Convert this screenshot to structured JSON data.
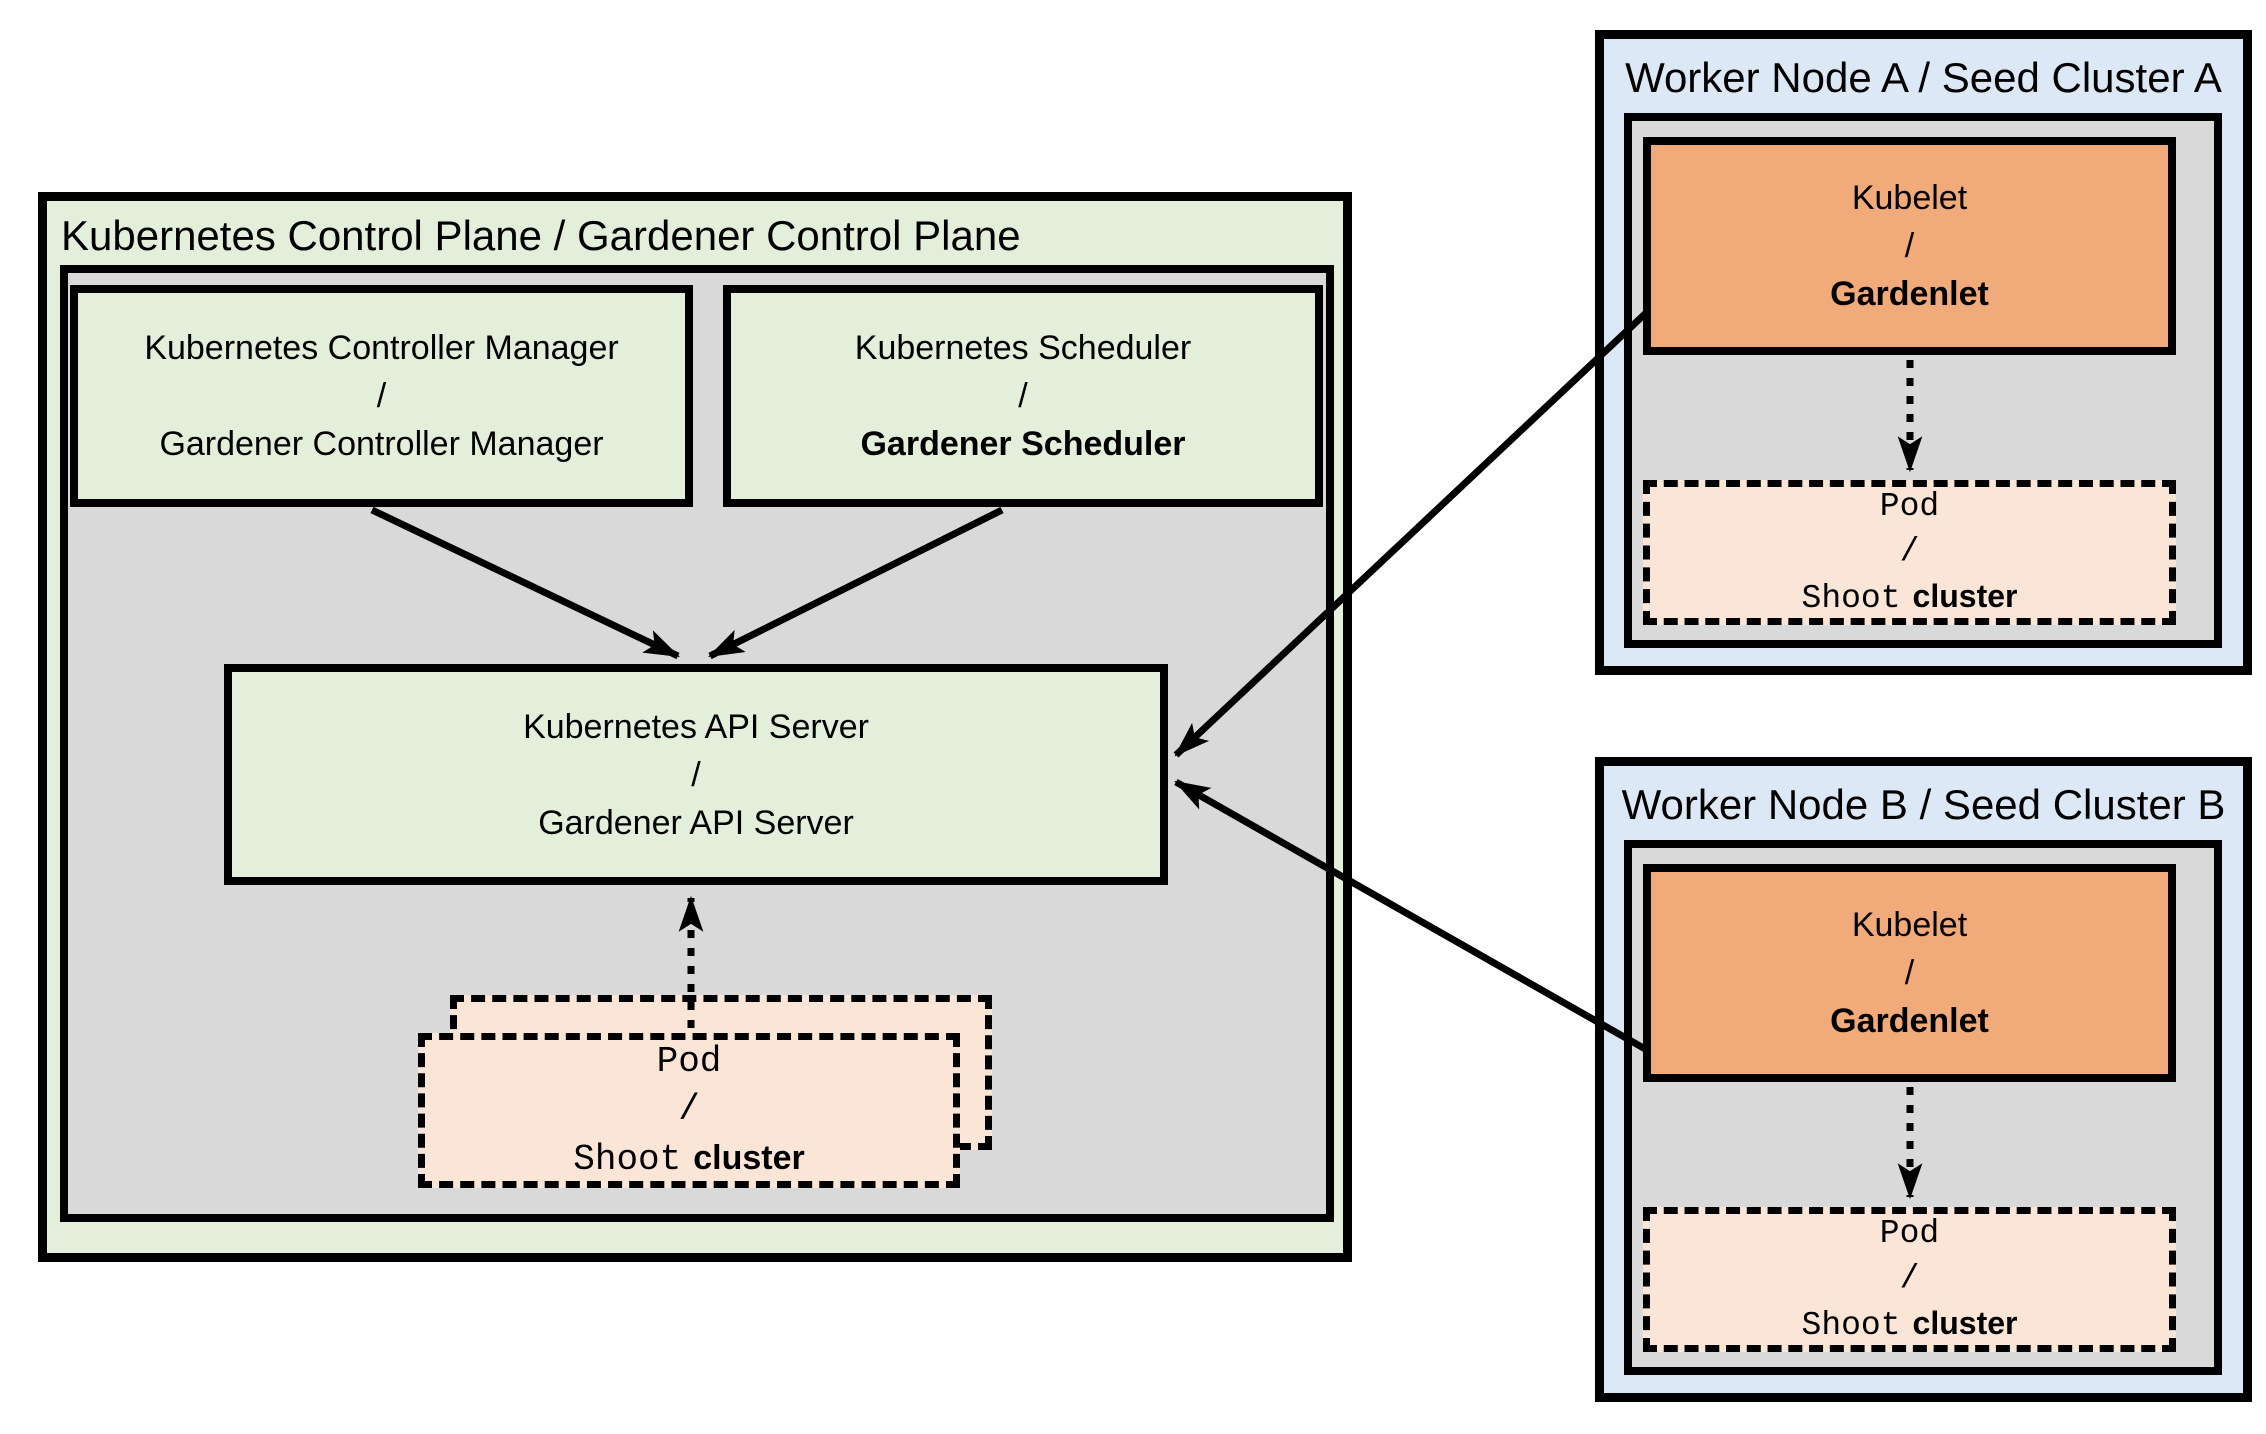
{
  "colors": {
    "green_fill": "#E3EFDA",
    "gray_fill": "#D9D9D9",
    "blue_fill": "#DCE8F5",
    "orange_fill": "#F1AA79",
    "peach_fill": "#FBE5D6",
    "border": "#000000"
  },
  "control_plane": {
    "title": "Kubernetes Control Plane / Gardener Control Plane",
    "controller_manager": {
      "line1": "Kubernetes Controller Manager",
      "line2": "/",
      "line3": "Gardener Controller Manager"
    },
    "scheduler": {
      "line1": "Kubernetes Scheduler",
      "line2": "/",
      "line3": "Gardener Scheduler"
    },
    "api_server": {
      "line1": "Kubernetes API Server",
      "line2": "/",
      "line3": "Gardener API Server"
    },
    "pod_stack": {
      "line1": "Pod",
      "line2": "/",
      "line3_mono": "Shoot",
      "line3_sans": "cluster"
    }
  },
  "worker_node_a": {
    "title": "Worker Node A / Seed Cluster A",
    "kubelet": {
      "line1": "Kubelet",
      "line2": "/",
      "line3": "Gardenlet"
    },
    "pod": {
      "line1": "Pod",
      "line2": "/",
      "line3_mono": "Shoot",
      "line3_sans": "cluster"
    }
  },
  "worker_node_b": {
    "title": "Worker Node B / Seed Cluster B",
    "kubelet": {
      "line1": "Kubelet",
      "line2": "/",
      "line3": "Gardenlet"
    },
    "pod": {
      "line1": "Pod",
      "line2": "/",
      "line3_mono": "Shoot",
      "line3_sans": "cluster"
    }
  }
}
